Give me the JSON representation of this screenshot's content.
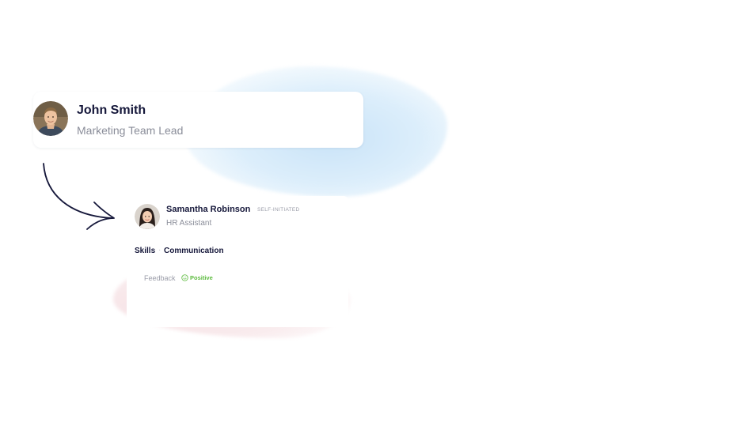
{
  "source_card": {
    "name": "John Smith",
    "role": "Marketing Team Lead",
    "avatar_icon": "person-avatar-male"
  },
  "target_card": {
    "name": "Samantha Robinson",
    "badge": "SELF-INITIATED",
    "role": "HR Assistant",
    "avatar_icon": "person-avatar-female",
    "skills": {
      "label": "Skills",
      "separator": "·",
      "value": "Communication"
    },
    "feedback": {
      "label": "Feedback",
      "value": "Positive",
      "icon": "smile-icon",
      "color": "#5dbb3f"
    }
  },
  "colors": {
    "text_primary": "#15173a",
    "text_secondary": "#8a8d99",
    "blob_blue": "#c9e3f8",
    "blob_pink": "#f6e0e3",
    "arrow": "#15173a"
  }
}
